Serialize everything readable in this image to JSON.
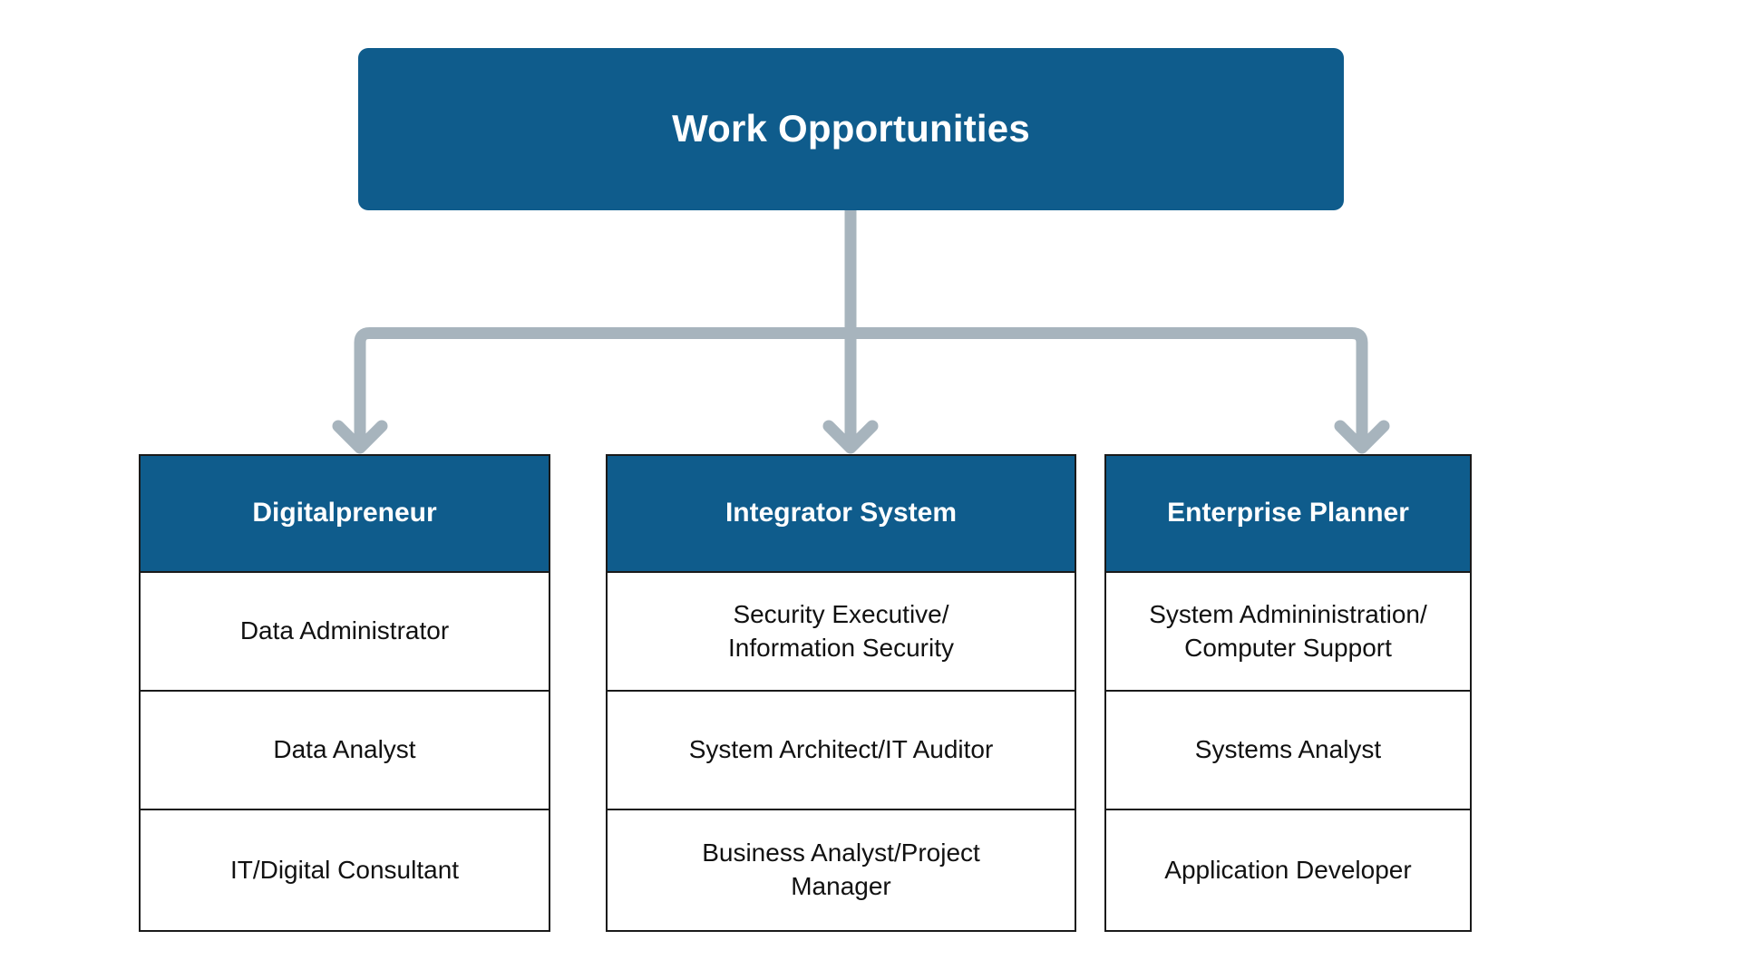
{
  "diagram": {
    "title": "Work Opportunities",
    "colors": {
      "node_fill": "#0f5c8c",
      "node_text": "#ffffff",
      "connector": "#a7b4bd",
      "cell_border": "#1a1a1a",
      "cell_text": "#111111",
      "background": "#ffffff"
    },
    "root": {
      "label": "Work Opportunities"
    },
    "branches": [
      {
        "header": "Digitalpreneur",
        "items": [
          "Data Administrator",
          "Data Analyst",
          "IT/Digital Consultant"
        ]
      },
      {
        "header": "Integrator System",
        "items": [
          "Security Executive/\nInformation Security",
          "System Architect/IT Auditor",
          "Business Analyst/Project\nManager"
        ]
      },
      {
        "header": "Enterprise Planner",
        "items": [
          "System Admininistration/\nComputer Support",
          "Systems Analyst",
          "Application Developer"
        ]
      }
    ],
    "connectors": {
      "arrow_icon": "arrow-down-icon",
      "style": "elbow-orthogonal"
    }
  }
}
